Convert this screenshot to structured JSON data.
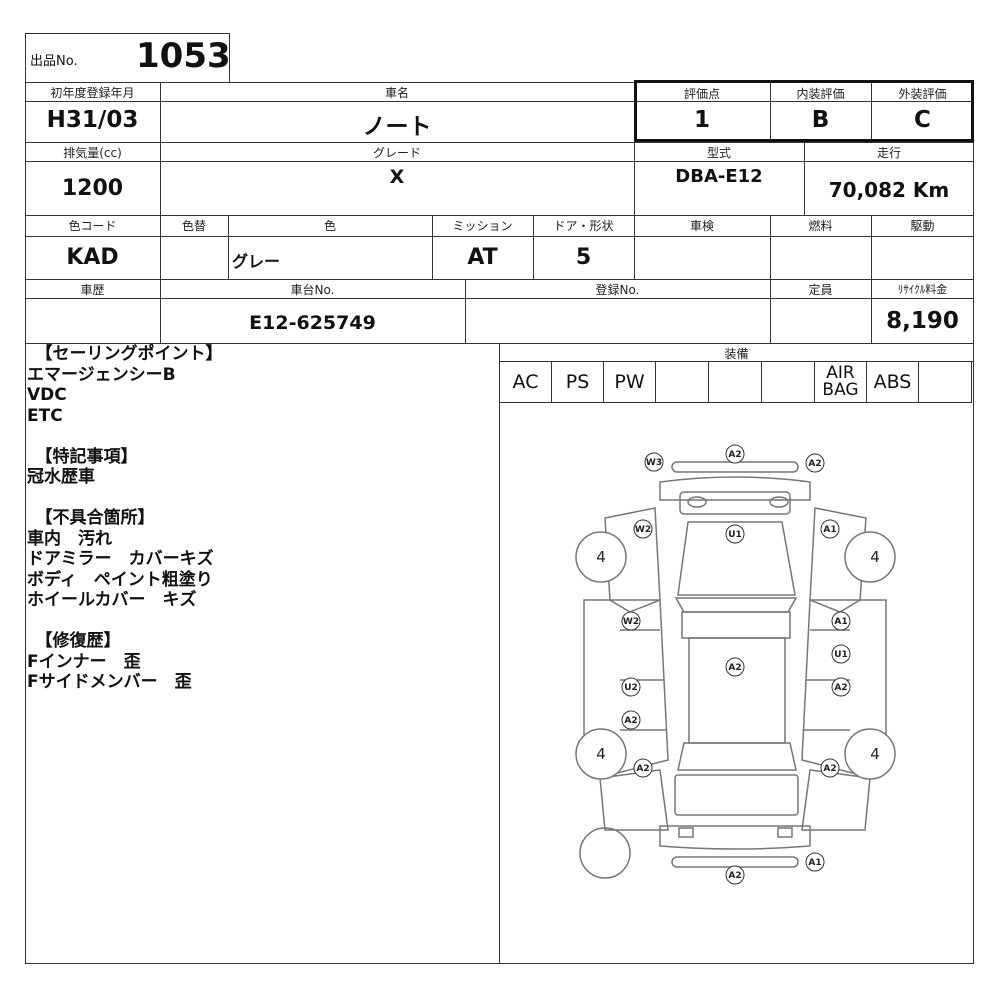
{
  "lot": {
    "label": "出品No.",
    "number": "1053"
  },
  "headers": {
    "first_registration": "初年度登録年月",
    "car_name": "車名",
    "grade_score": "評価点",
    "interior_grade": "内装評価",
    "exterior_grade": "外装評価",
    "displacement": "排気量(cc)",
    "grade": "グレード",
    "model_code": "型式",
    "mileage": "走行",
    "color_code": "色コード",
    "color_change": "色替",
    "color": "色",
    "transmission": "ミッション",
    "doors": "ドア・形状",
    "inspection": "車検",
    "fuel": "燃料",
    "drive": "駆動",
    "history": "車歴",
    "chassis_no": "車台No.",
    "registration_no": "登録No.",
    "capacity": "定員",
    "recycle_fee": "ﾘｻｲｸﾙ料金",
    "equipment": "装備"
  },
  "values": {
    "first_registration": "H31/03",
    "car_name": "ノート",
    "grade_score": "1",
    "interior_grade": "B",
    "exterior_grade": "C",
    "displacement": "1200",
    "grade": "X",
    "model_code": "DBA-E12",
    "mileage": "70,082 Km",
    "color_code": "KAD",
    "color_change": "",
    "color": "グレー",
    "transmission": "AT",
    "doors": "5",
    "inspection": "",
    "fuel": "",
    "drive": "",
    "history": "",
    "chassis_no": "E12-625749",
    "registration_no": "",
    "capacity": "",
    "recycle_fee": "8,190"
  },
  "equipment_items": [
    "AC",
    "PS",
    "PW",
    "",
    "",
    "",
    "AIR",
    "BAG",
    "ABS",
    ""
  ],
  "notes": [
    "　【セーリングポイント】",
    "エマージェンシーB",
    "VDC",
    "ETC",
    "",
    "　【特記事項】",
    "冠水歴車",
    "",
    "　【不具合箇所】",
    "車内　汚れ",
    "ドアミラー　カバーキズ",
    "ボディ　ペイント粗塗り",
    "ホイールカバー　キズ",
    "",
    "　【修復歴】",
    "Fインナー　歪",
    "Fサイドメンバー　歪"
  ],
  "diagram": {
    "tire_labels": [
      "4",
      "4",
      "4",
      "4"
    ],
    "damage_marks": [
      "W3",
      "A2",
      "A2",
      "W2",
      "U1",
      "A1",
      "W2",
      "A1",
      "U1",
      "A2",
      "A2",
      "U2",
      "A2",
      "A2",
      "A2",
      "A1",
      "A2"
    ]
  }
}
